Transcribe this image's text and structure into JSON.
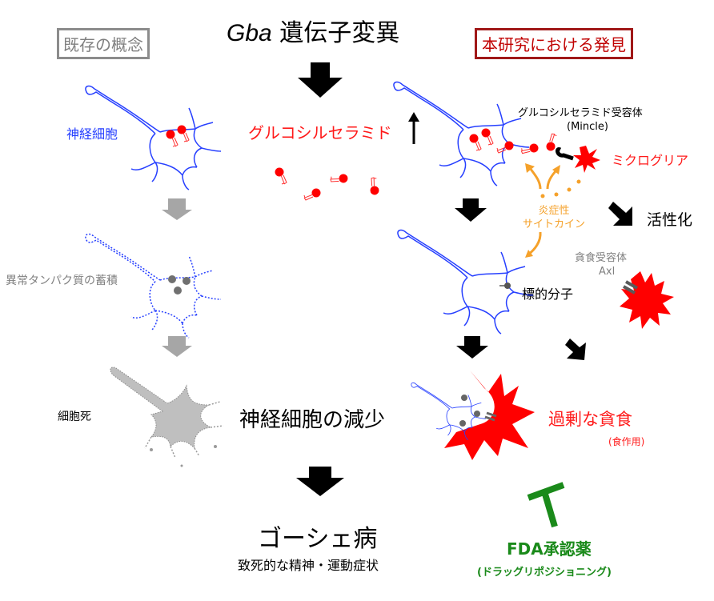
{
  "title": {
    "gene": "Gba",
    "rest": "遺伝子変異"
  },
  "left_header": "既存の概念",
  "right_header": "本研究における発見",
  "left_column": {
    "neuron_label": "神経細胞",
    "accumulation_label": "異常タンパク質の蓄積",
    "death_label": "細胞死"
  },
  "center_column": {
    "glucosylceramide": "グルコシルセラミド",
    "increase_arrow": "↑",
    "neuron_loss": "神経細胞の減少",
    "disease": "ゴーシェ病",
    "symptoms": "致死的な精神・運動症状"
  },
  "right_column": {
    "receptor": "グルコシルセラミド受容体",
    "receptor_name": "(Mincle)",
    "microglia": "ミクログリア",
    "cytokine_line1": "炎症性",
    "cytokine_line2": "サイトカイン",
    "activation": "活性化",
    "phago_receptor": "貪食受容体",
    "phago_receptor_name": "Axl",
    "target_molecule": "標的分子",
    "excessive_phagocytosis": "過剰な貪食",
    "phagocytosis_note": "(食作用)",
    "drug": "FDA承認薬",
    "drug_note": "(ドラッグリポジショニング)"
  },
  "colors": {
    "neuron": "#2740ff",
    "lipid": "#ff0000",
    "microglia": "#ff0000",
    "cytokine": "#f5a12a",
    "inhibitor": "#1a8a1a",
    "left_arrow": "#a6a6a6",
    "main_arrow": "#000000"
  }
}
